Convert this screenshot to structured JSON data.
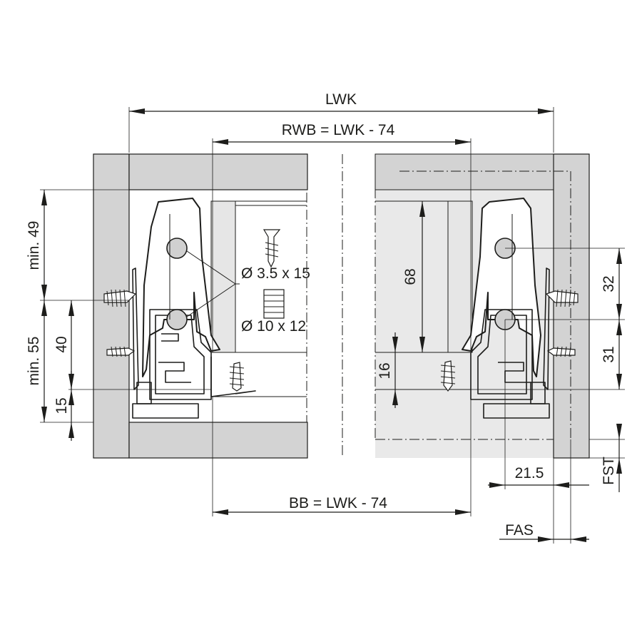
{
  "dimensions": {
    "lwk": "LWK",
    "rwb": "RWB = LWK - 74",
    "bb": "BB = LWK - 74",
    "min49": "min. 49",
    "min55": "min. 55",
    "d40": "40",
    "d15": "15",
    "d68": "68",
    "d16": "16",
    "d32": "32",
    "d31": "31",
    "d21_5": "21.5",
    "fst": "FST",
    "fas": "FAS"
  },
  "fasteners": {
    "screw_spec": "Ø 3.5 x 15",
    "dowel_spec": "Ø 10 x 12"
  },
  "colors": {
    "panel_gray": "#d3d3d3",
    "line": "#1d1d1b"
  }
}
